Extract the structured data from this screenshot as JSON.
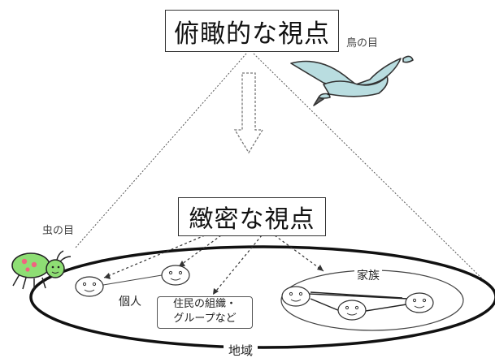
{
  "bird_view": {
    "title": "俯瞰的な視点",
    "eye_label": "鳥の目"
  },
  "bug_view": {
    "title": "緻密な視点",
    "eye_label": "虫の目"
  },
  "labels": {
    "individual": "個人",
    "family": "家族",
    "organization_line1": "住民の組織・",
    "organization_line2": "グループなど",
    "region": "地域"
  },
  "colors": {
    "bird": "#b9dde0",
    "bug_body": "#8ede74",
    "bug_spots": "#f06480",
    "outline": "#222222"
  },
  "icons": [
    "bird-icon",
    "bug-icon",
    "face-icon",
    "down-arrow-icon"
  ]
}
